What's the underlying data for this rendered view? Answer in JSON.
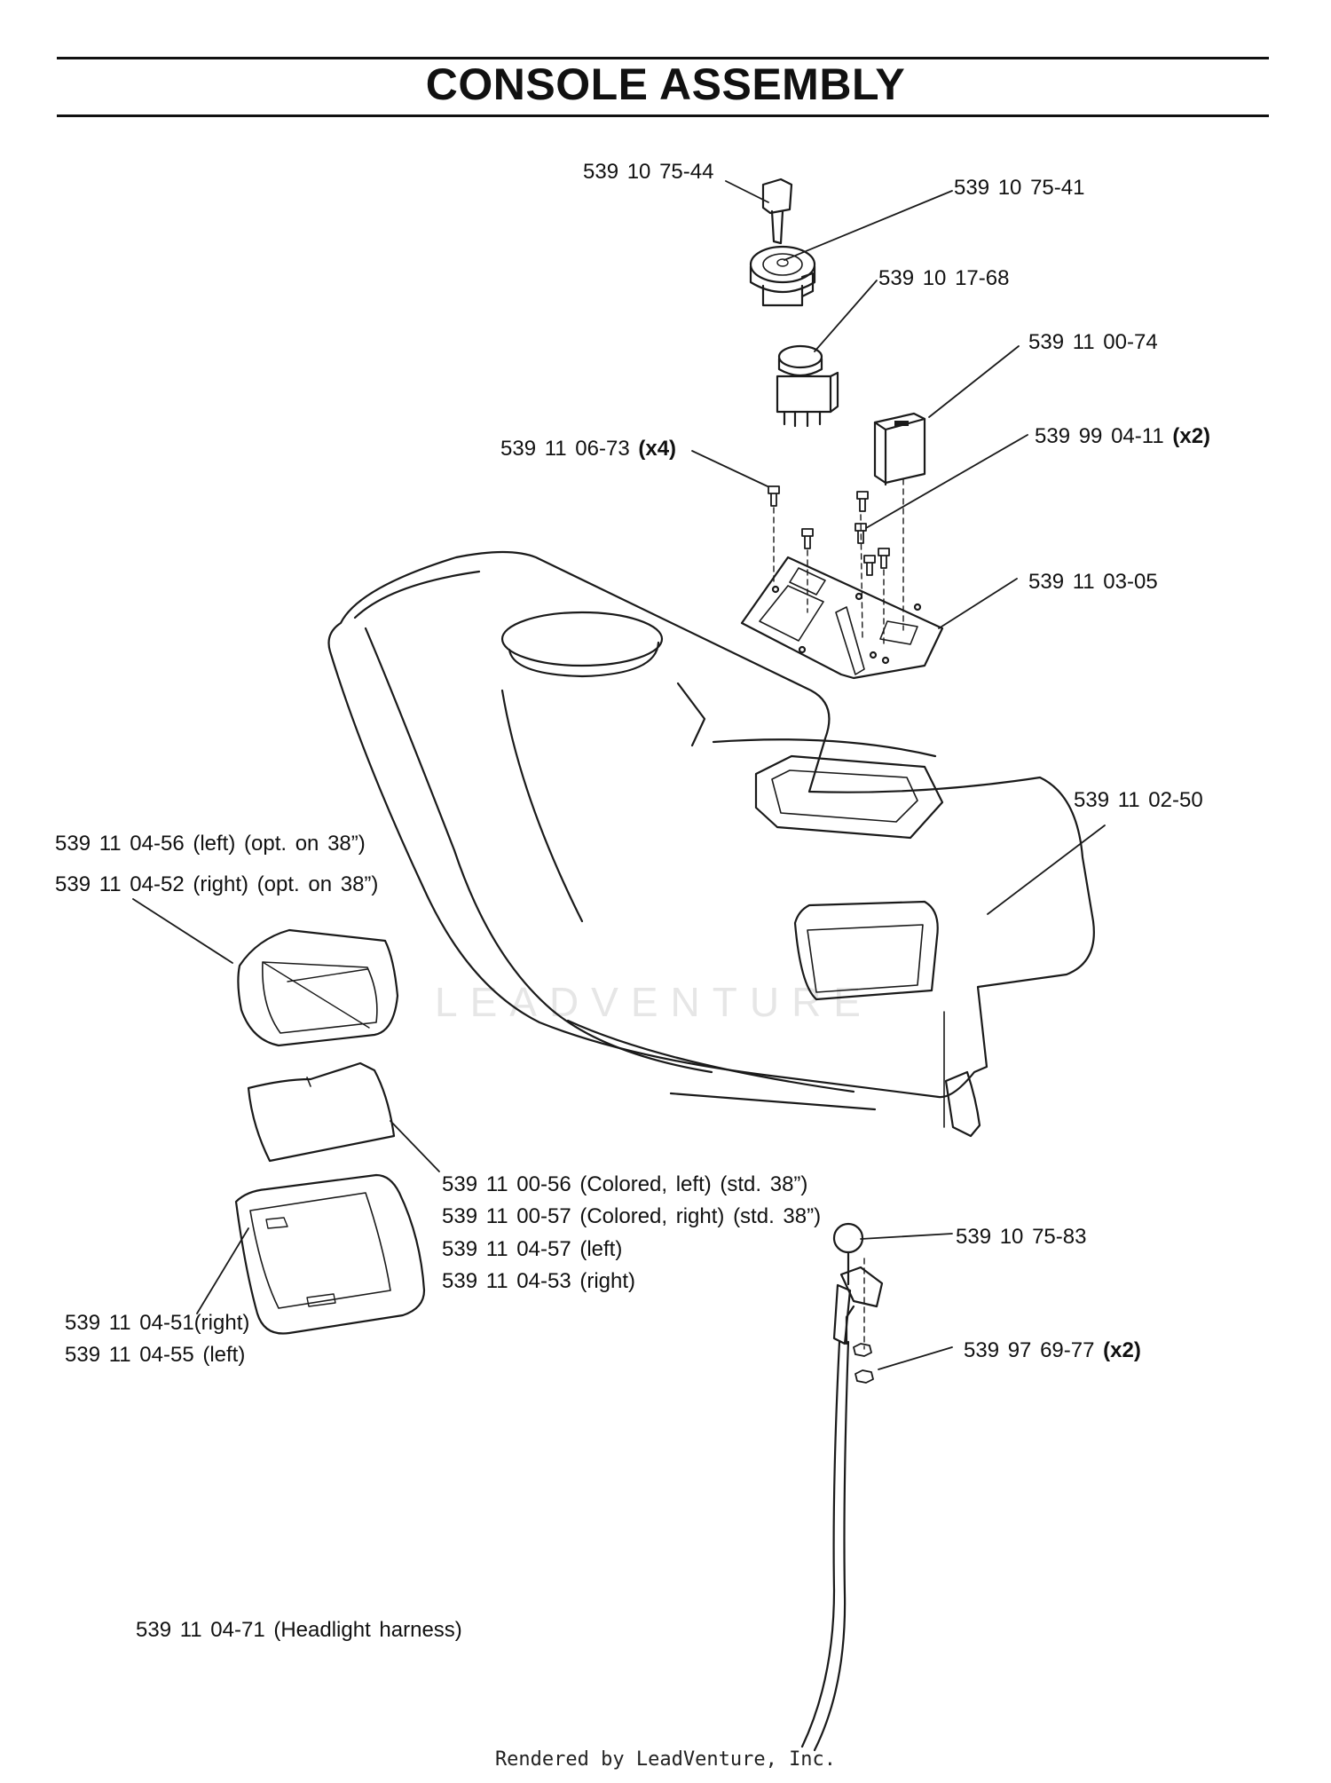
{
  "title": "CONSOLE ASSEMBLY",
  "watermark": "LEADVENTURE",
  "footer": "Rendered by LeadVenture, Inc.",
  "callouts": [
    {
      "part": "539 10 75-44",
      "note": ""
    },
    {
      "part": "539 10 75-41",
      "note": ""
    },
    {
      "part": "539 10 17-68",
      "note": ""
    },
    {
      "part": "539 11 00-74",
      "note": ""
    },
    {
      "part": "539 99 04-11",
      "note": "(x2)"
    },
    {
      "part": "539 11 06-73",
      "note": "(x4)"
    },
    {
      "part": "539 11 03-05",
      "note": ""
    },
    {
      "part": "539 11 02-50",
      "note": ""
    },
    {
      "part": "539 11 04-56 (left) (opt. on 38”)",
      "note": ""
    },
    {
      "part": "539 11 04-52 (right) (opt. on 38”)",
      "note": ""
    },
    {
      "part": "539 11 00-56 (Colored, left) (std. 38”)",
      "note": ""
    },
    {
      "part": "539 11 00-57 (Colored, right) (std. 38”)",
      "note": ""
    },
    {
      "part": "539 11 04-57 (left)",
      "note": ""
    },
    {
      "part": "539 11 04-53 (right)",
      "note": ""
    },
    {
      "part": "539 10 75-83",
      "note": ""
    },
    {
      "part": "539 11 04-51(right)",
      "note": ""
    },
    {
      "part": "539 11 04-55 (left)",
      "note": ""
    },
    {
      "part": "539 97 69-77",
      "note": "(x2)"
    },
    {
      "part": "539 11 04-71 (Headlight harness)",
      "note": ""
    }
  ]
}
